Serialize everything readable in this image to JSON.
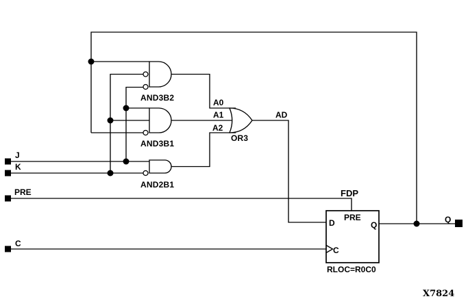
{
  "colors": {
    "line": "#000000",
    "background": "#ffffff"
  },
  "figure_id": "X7824",
  "inputs": {
    "j": {
      "label": "J"
    },
    "k": {
      "label": "K"
    },
    "pre": {
      "label": "PRE"
    },
    "c": {
      "label": "C"
    }
  },
  "output": {
    "q": {
      "label": "Q"
    }
  },
  "gates": {
    "and3b2": {
      "label": "AND3B2"
    },
    "and3b1": {
      "label": "AND3B1"
    },
    "and2b1": {
      "label": "AND2B1"
    },
    "or3": {
      "label": "OR3"
    }
  },
  "nets": {
    "a0": "A0",
    "a1": "A1",
    "a2": "A2",
    "ad": "AD"
  },
  "flipflop": {
    "type": "FDP",
    "pin_pre": "PRE",
    "pin_d": "D",
    "pin_q": "Q",
    "pin_c": "C",
    "rloc": "RLOC=R0C0"
  }
}
